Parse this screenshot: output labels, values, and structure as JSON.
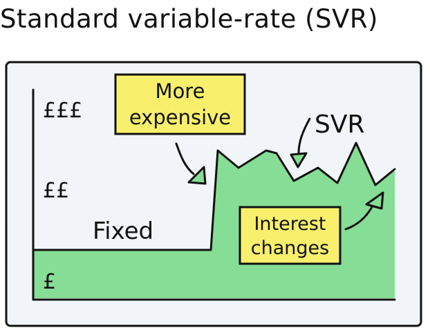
{
  "title": "Standard variable-rate (SVR)",
  "y_levels": [
    "£££",
    "££",
    "£"
  ],
  "labels": {
    "more_expensive": [
      "More",
      "expensive"
    ],
    "svr": "SVR",
    "fixed": "Fixed",
    "interest_changes": [
      "Interest",
      "changes"
    ]
  },
  "colors": {
    "fill": "#86DD95",
    "callout": "#F8F06C",
    "frame_bg": "#F1F4F8",
    "ink": "#111111"
  }
}
